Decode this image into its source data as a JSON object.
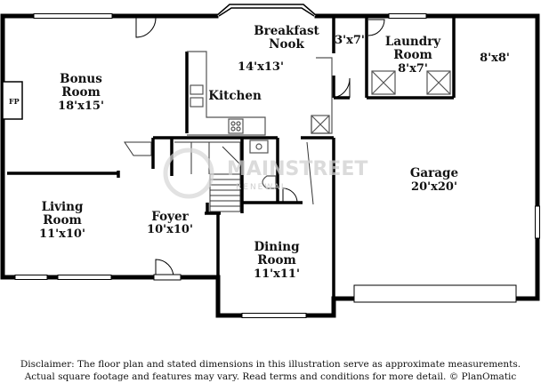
{
  "rooms": {
    "bonus": {
      "name_line1": "Bonus",
      "name_line2": "Room",
      "dims": "18'x15'"
    },
    "breakfast": {
      "name_line1": "Breakfast",
      "name_line2": "Nook",
      "dims": "14'x13'"
    },
    "kitchen": {
      "name": "Kitchen"
    },
    "closet": {
      "dims": "3'x7'"
    },
    "laundry": {
      "name_line1": "Laundry",
      "name_line2": "Room",
      "dims": "8'x7'"
    },
    "storage": {
      "dims": "8'x8'"
    },
    "garage": {
      "name": "Garage",
      "dims": "20'x20'"
    },
    "living": {
      "name_line1": "Living",
      "name_line2": "Room",
      "dims": "11'x10'"
    },
    "foyer": {
      "name": "Foyer",
      "dims": "10'x10'"
    },
    "dining": {
      "name_line1": "Dining",
      "name_line2": "Room",
      "dims": "11'x11'"
    }
  },
  "fireplace_label": "FP",
  "watermark": {
    "text": "MAINSTREET",
    "sub": "RENEWAL"
  },
  "disclaimer": {
    "line1": "Disclaimer: The floor plan and stated dimensions in this illustration serve as approximate measurements.",
    "line2": "Actual square footage and features may vary. Read terms and conditions for more detail. © PlanOmatic"
  },
  "colors": {
    "wall": "#000000",
    "fixture": "#555555",
    "watermark": "#cfcfcf"
  }
}
